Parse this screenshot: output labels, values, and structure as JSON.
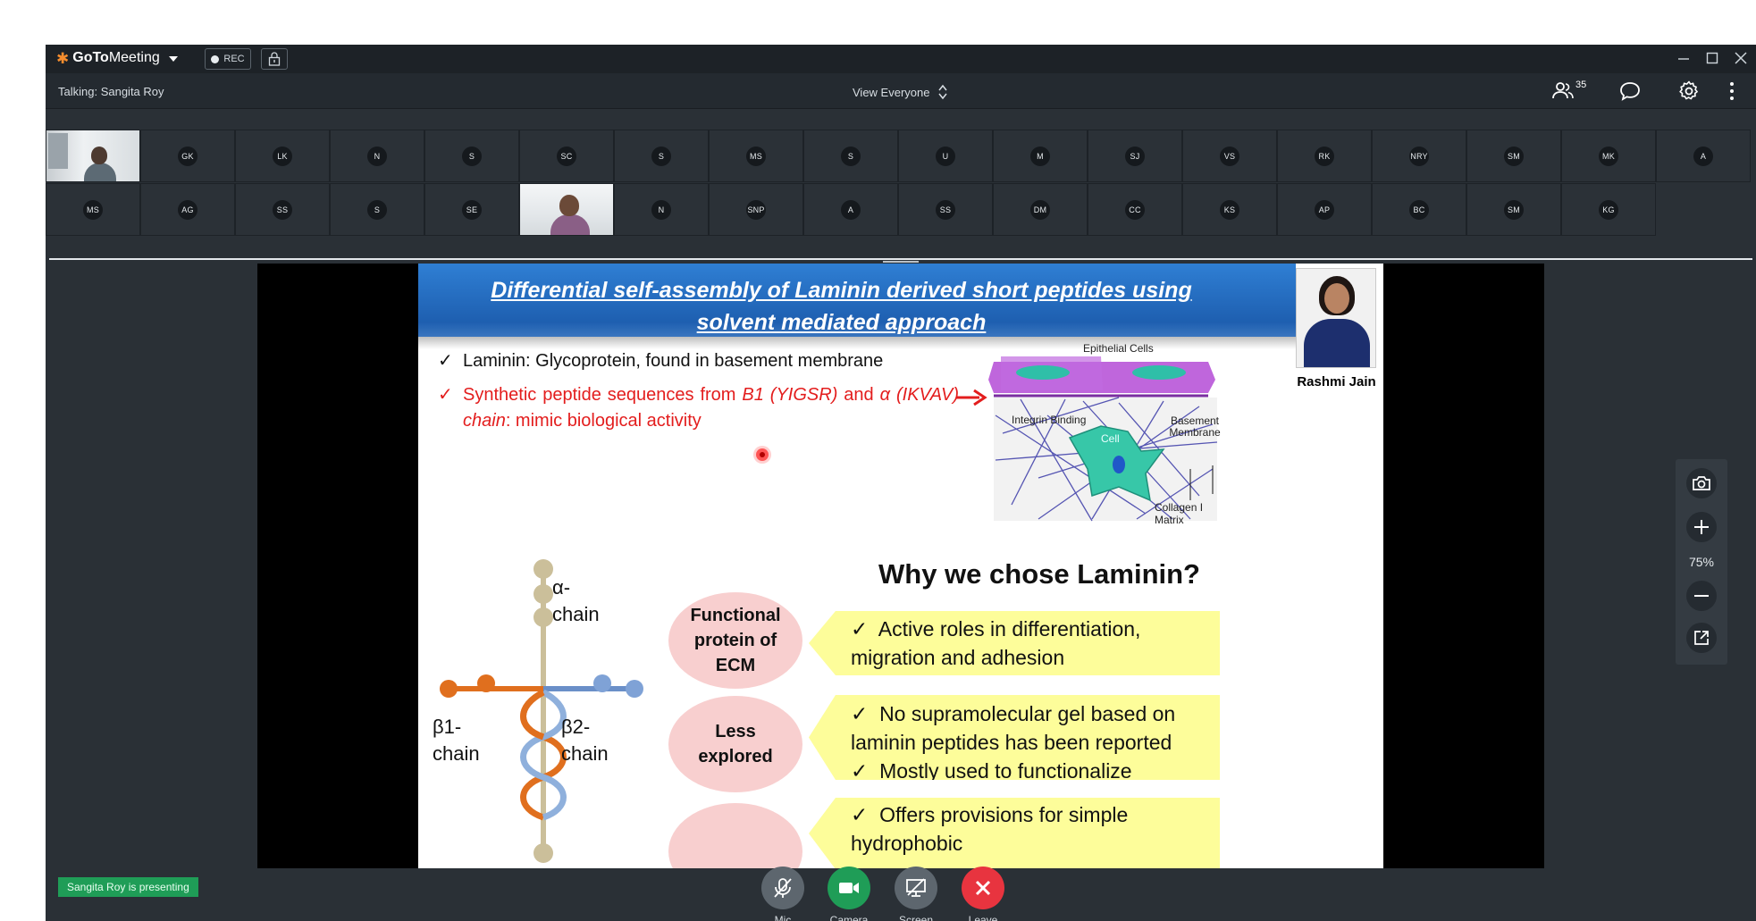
{
  "app": {
    "brand": "GoToMeeting",
    "rec_label": "REC"
  },
  "status": {
    "talking": "Talking: Sangita Roy",
    "view_mode": "View Everyone",
    "attendee_count": "35"
  },
  "participants": {
    "row1": [
      "GK",
      "LK",
      "N",
      "S",
      "SC",
      "S",
      "MS",
      "S",
      "U",
      "M",
      "SJ",
      "VS",
      "RK",
      "NRY",
      "SM",
      "MK",
      "A"
    ],
    "row2a": [
      "MS",
      "AG",
      "SS",
      "S",
      "SE"
    ],
    "row2b": [
      "N",
      "SNP",
      "A",
      "SS",
      "DM",
      "CC",
      "KS",
      "AP",
      "BC",
      "SM",
      "KG"
    ]
  },
  "slide": {
    "title_line1": "Differential self-assembly of Laminin derived short peptides using",
    "title_line2": "solvent mediated approach",
    "presenter_name": "Rashmi Jain",
    "bullet1": "Laminin: Glycoprotein, found in basement membrane",
    "bullet2_part1": "Synthetic peptide sequences from ",
    "bullet2_em1": "B1 (YIGSR)",
    "bullet2_part2": " and ",
    "bullet2_em2": "α (IKVAV) chain",
    "bullet2_part3": ": mimic biological activity",
    "fig_epithelial": "Epithelial Cells",
    "fig_integrin": "Integrin Binding",
    "fig_basement": "Basement Membrane",
    "fig_cell": "Cell",
    "fig_collagen": "Collagen I Matrix",
    "why_heading": "Why we chose Laminin?",
    "alpha_chain": "α-chain",
    "beta1_chain": "β1-chain",
    "beta2_chain": "β2-chain",
    "ellipse1": "Functional protein of ECM",
    "ellipse2": "Less explored",
    "callout1": "Active roles in differentiation, migration and adhesion",
    "callout2_a": "No supramolecular gel based on laminin peptides has been reported",
    "callout2_b": "Mostly used to functionalize polymeric gels",
    "callout3": "Offers provisions for simple hydrophobic"
  },
  "zoom": {
    "level": "75%"
  },
  "presenting_banner": "Sangita Roy is presenting",
  "controls": {
    "mic": "Mic",
    "camera": "Camera",
    "screen": "Screen",
    "leave": "Leave"
  },
  "colors": {
    "accent_green": "#1f9d57",
    "leave_red": "#e8343f",
    "slide_red": "#e31d1d",
    "callout_yellow": "#fdfd9a",
    "ellipse_pink": "#f8cfcf"
  }
}
